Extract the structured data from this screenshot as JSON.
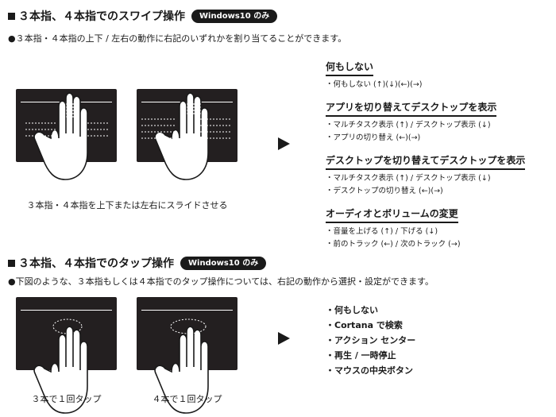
{
  "swipe": {
    "title": "３本指、４本指でのスワイプ操作",
    "badge": "Windows10 のみ",
    "desc": "●３本指・４本指の上下 / 左右の動作に右記のいずれかを割り当てることができます。",
    "caption": "３本指・４本指を上下または左右にスライドさせる",
    "options": [
      {
        "heading": "何もしない",
        "items": [
          "・何もしない (↑)(↓)(←)(→)"
        ]
      },
      {
        "heading": "アプリを切り替えてデスクトップを表示",
        "items": [
          "・マルチタスク表示 (↑) / デスクトップ表示 (↓)",
          "・アプリの切り替え (←)(→)"
        ]
      },
      {
        "heading": "デスクトップを切り替えてデスクトップを表示",
        "items": [
          "・マルチタスク表示 (↑) / デスクトップ表示 (↓)",
          "・デスクトップの切り替え (←)(→)"
        ]
      },
      {
        "heading": "オーディオとボリュームの変更",
        "items": [
          "・音量を上げる (↑) / 下げる (↓)",
          "・前のトラック (←) / 次のトラック (→)"
        ]
      }
    ]
  },
  "tap": {
    "title": "３本指、４本指でのタップ操作",
    "badge": "Windows10 のみ",
    "desc": "●下図のような、３本指もしくは４本指でのタップ操作については、右記の動作から選択・設定ができます。",
    "captions": [
      "３本で１回タップ",
      "４本で１回タップ"
    ],
    "options": [
      "・何もしない",
      "・Cortana で検索",
      "・アクション センター",
      "・再生 / 一時停止",
      "・マウスの中央ボタン"
    ]
  },
  "colors": {
    "pad": "#231f20",
    "ink": "#1a1a1a"
  }
}
